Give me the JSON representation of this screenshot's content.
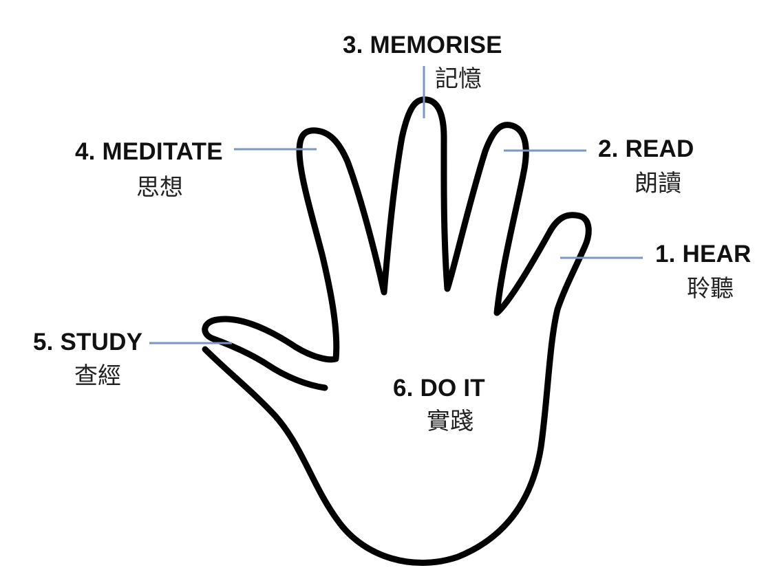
{
  "colors": {
    "outline": "#000000",
    "pointer_line": "#7a96c2",
    "background": "#ffffff"
  },
  "steps": {
    "hear": {
      "title": "1. HEAR",
      "subtitle": "聆聽"
    },
    "read": {
      "title": "2. READ",
      "subtitle": "朗讀"
    },
    "memorise": {
      "title": "3. MEMORISE",
      "subtitle": "記憶"
    },
    "meditate": {
      "title": "4. MEDITATE",
      "subtitle": "思想"
    },
    "study": {
      "title": "5. STUDY",
      "subtitle": "查經"
    },
    "do_it": {
      "title": "6. DO IT",
      "subtitle": "實踐"
    }
  }
}
